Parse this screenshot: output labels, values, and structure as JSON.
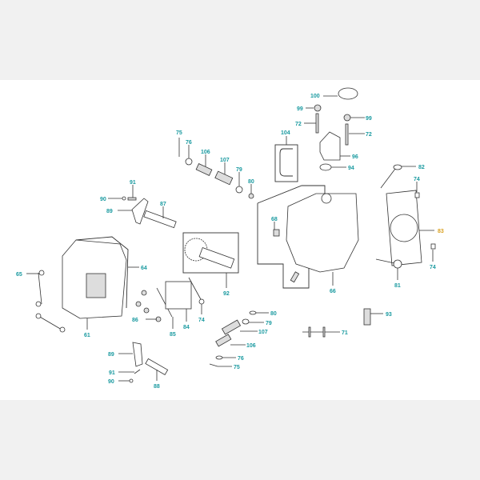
{
  "diagram": {
    "title": "Cylinder head exploded view",
    "colors": {
      "callout": "#1a9aa0",
      "highlighted_callout": "#d9a020",
      "line": "#333333"
    },
    "callouts": [
      "100",
      "99",
      "99",
      "72",
      "72",
      "104",
      "96",
      "94",
      "82",
      "74",
      "83",
      "68",
      "66",
      "81",
      "74",
      "93",
      "71",
      "80",
      "79",
      "107",
      "106",
      "76",
      "75",
      "75",
      "76",
      "106",
      "107",
      "79",
      "80",
      "91",
      "90",
      "89",
      "87",
      "64",
      "65",
      "61",
      "86",
      "85",
      "84",
      "74",
      "92",
      "89",
      "91",
      "90",
      "88"
    ],
    "highlighted": "83"
  }
}
